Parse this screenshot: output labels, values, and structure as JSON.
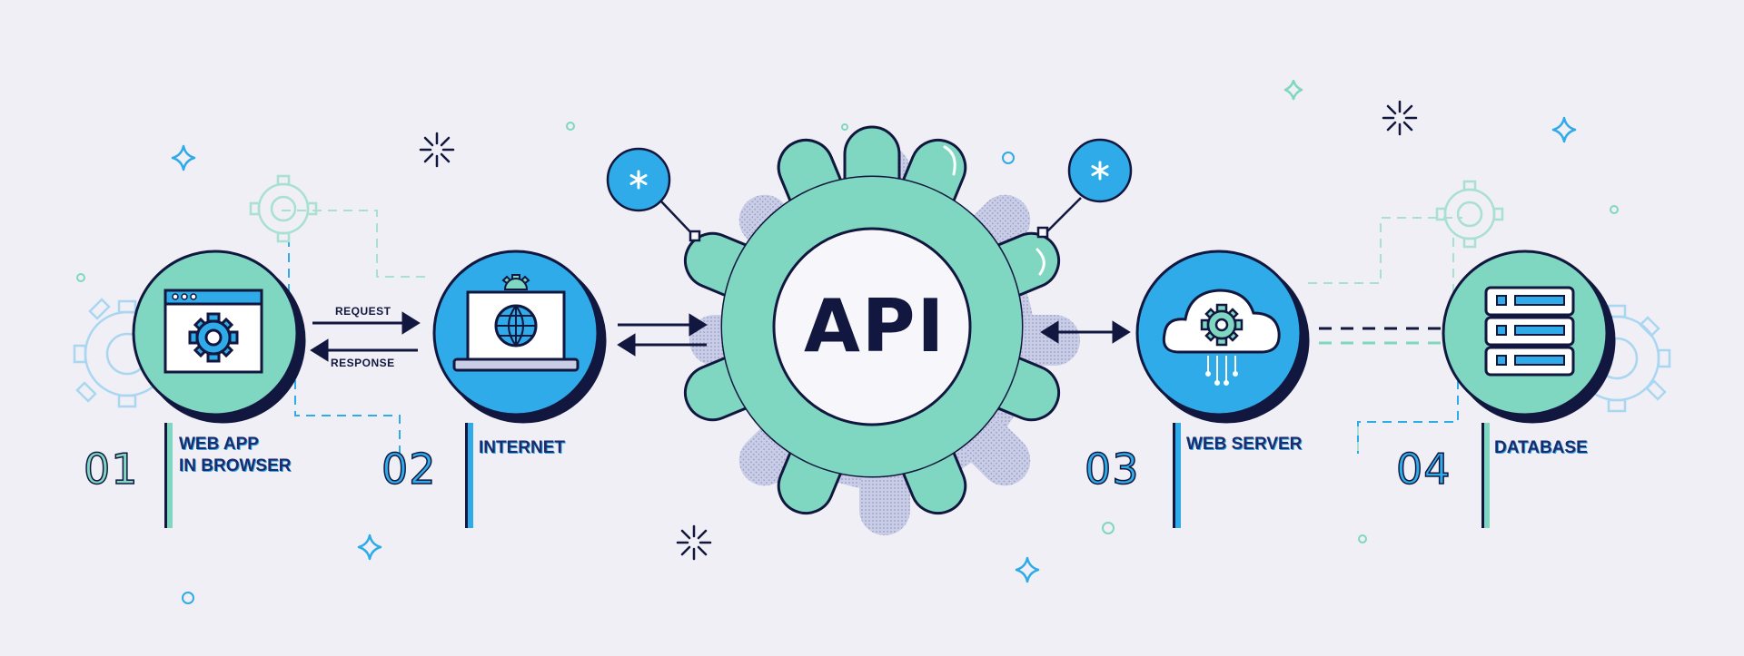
{
  "hub": {
    "label": "API"
  },
  "arrows": {
    "request": "REQUEST",
    "response": "RESPONSE"
  },
  "steps": [
    {
      "number": "01",
      "label_line1": "WEB APP",
      "label_line2": "IN BROWSER",
      "icon": "browser-gear-icon"
    },
    {
      "number": "02",
      "label_line1": "INTERNET",
      "label_line2": "",
      "icon": "laptop-globe-icon"
    },
    {
      "number": "03",
      "label_line1": "WEB SERVER",
      "label_line2": "",
      "icon": "cloud-gear-icon"
    },
    {
      "number": "04",
      "label_line1": "DATABASE",
      "label_line2": "",
      "icon": "server-stack-icon"
    }
  ],
  "colors": {
    "navy": "#12173f",
    "green": "#7fd7c2",
    "blue": "#2eabe8",
    "background": "#f0eff5"
  }
}
